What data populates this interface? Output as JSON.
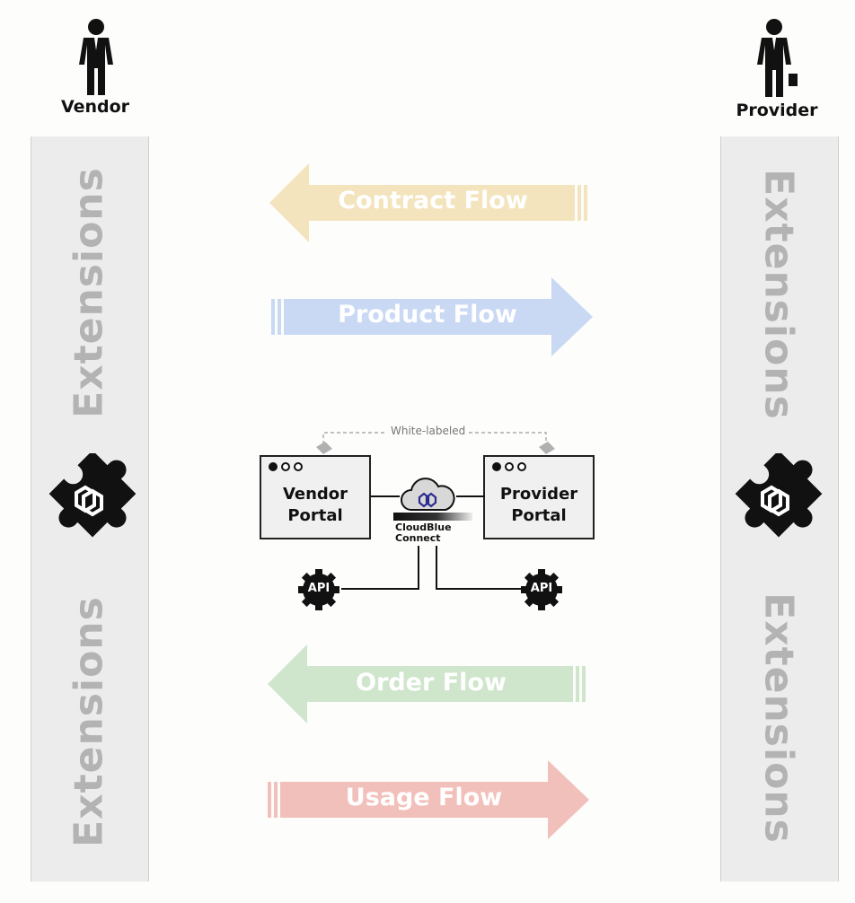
{
  "actors": {
    "vendor": {
      "label": "Vendor",
      "icon": "person-icon"
    },
    "provider": {
      "label": "Provider",
      "icon": "person-with-briefcase-icon"
    }
  },
  "extensions": {
    "label": "Extensions",
    "icon": "puzzle-piece-icon"
  },
  "flows": [
    {
      "label": "Contract Flow",
      "direction": "left",
      "color": "#f3e4bd"
    },
    {
      "label": "Product Flow",
      "direction": "right",
      "color": "#c9d8f3"
    },
    {
      "label": "Order Flow",
      "direction": "left",
      "color": "#cfe6cc"
    },
    {
      "label": "Usage Flow",
      "direction": "right",
      "color": "#f2c0bb"
    }
  ],
  "center": {
    "white_label": "White-labeled",
    "vendor_portal": {
      "line1": "Vendor",
      "line2": "Portal"
    },
    "provider_portal": {
      "line1": "Provider",
      "line2": "Portal"
    },
    "cloudblue": {
      "line1": "CloudBlue",
      "line2": "Connect",
      "icon": "cloud-icon"
    },
    "api_left": "API",
    "api_right": "API"
  }
}
